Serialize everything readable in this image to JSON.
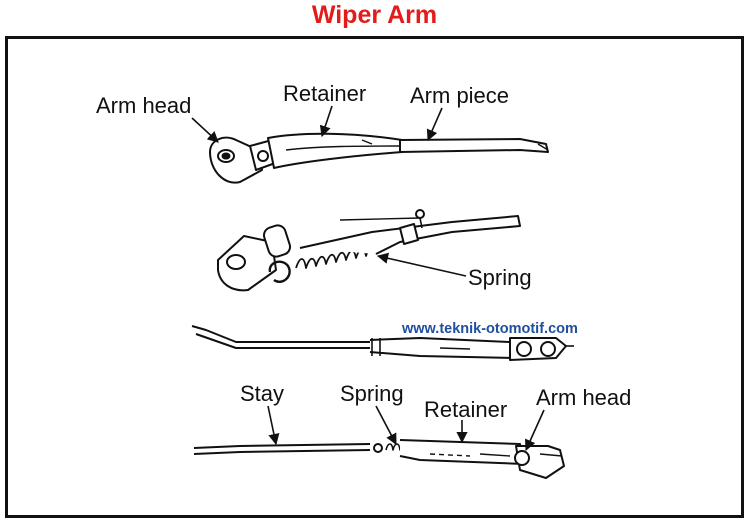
{
  "title": "Wiper Arm",
  "watermark": "www.teknik-otomotif.com",
  "colors": {
    "title": "#e31b1b",
    "watermark": "#1f4fa0",
    "line": "#111111"
  },
  "labels": {
    "fig1": {
      "arm_head": "Arm head",
      "retainer": "Retainer",
      "arm_piece": "Arm piece"
    },
    "fig2": {
      "spring": "Spring"
    },
    "fig4": {
      "stay": "Stay",
      "spring": "Spring",
      "retainer": "Retainer",
      "arm_head": "Arm head"
    }
  }
}
